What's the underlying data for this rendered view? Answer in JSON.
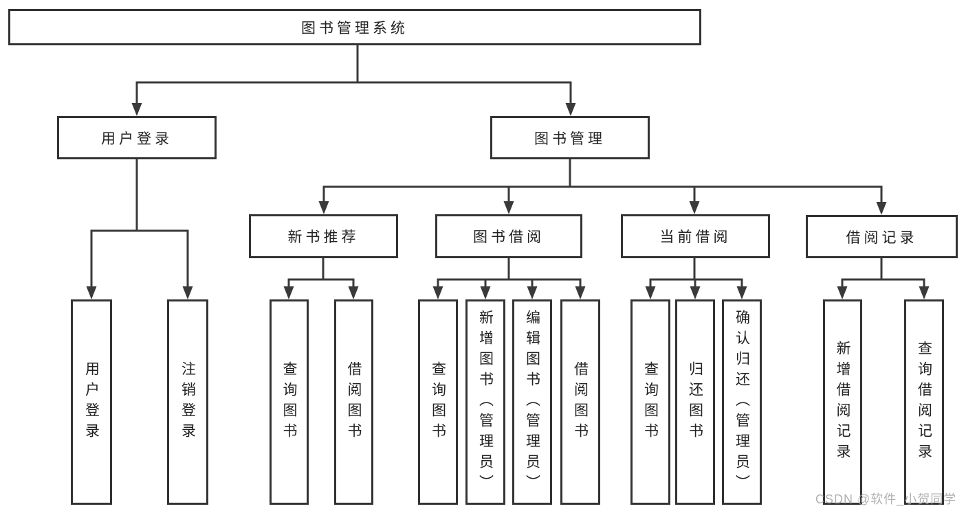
{
  "tree": {
    "label": "图书管理系统",
    "children": [
      {
        "label": "用户登录",
        "children": [
          {
            "label": "用户登录"
          },
          {
            "label": "注销登录"
          }
        ]
      },
      {
        "label": "图书管理",
        "children": [
          {
            "label": "新书推荐",
            "children": [
              {
                "label": "查询图书"
              },
              {
                "label": "借阅图书"
              }
            ]
          },
          {
            "label": "图书借阅",
            "children": [
              {
                "label": "查询图书"
              },
              {
                "label": "新增图书（管理员）"
              },
              {
                "label": "编辑图书（管理员）"
              },
              {
                "label": "借阅图书"
              }
            ]
          },
          {
            "label": "当前借阅",
            "children": [
              {
                "label": "查询图书"
              },
              {
                "label": "归还图书"
              },
              {
                "label": "确认归还（管理员）"
              }
            ]
          },
          {
            "label": "借阅记录",
            "children": [
              {
                "label": "新增借阅记录"
              },
              {
                "label": "查询借阅记录"
              }
            ]
          }
        ]
      }
    ]
  },
  "watermark": {
    "text": "CSDN @软件_小贺同学"
  },
  "colors": {
    "background": "#ffffff",
    "box_border": "#333333",
    "line": "#3a3a3a",
    "text": "#222222",
    "watermark": "#a9a9a9"
  }
}
